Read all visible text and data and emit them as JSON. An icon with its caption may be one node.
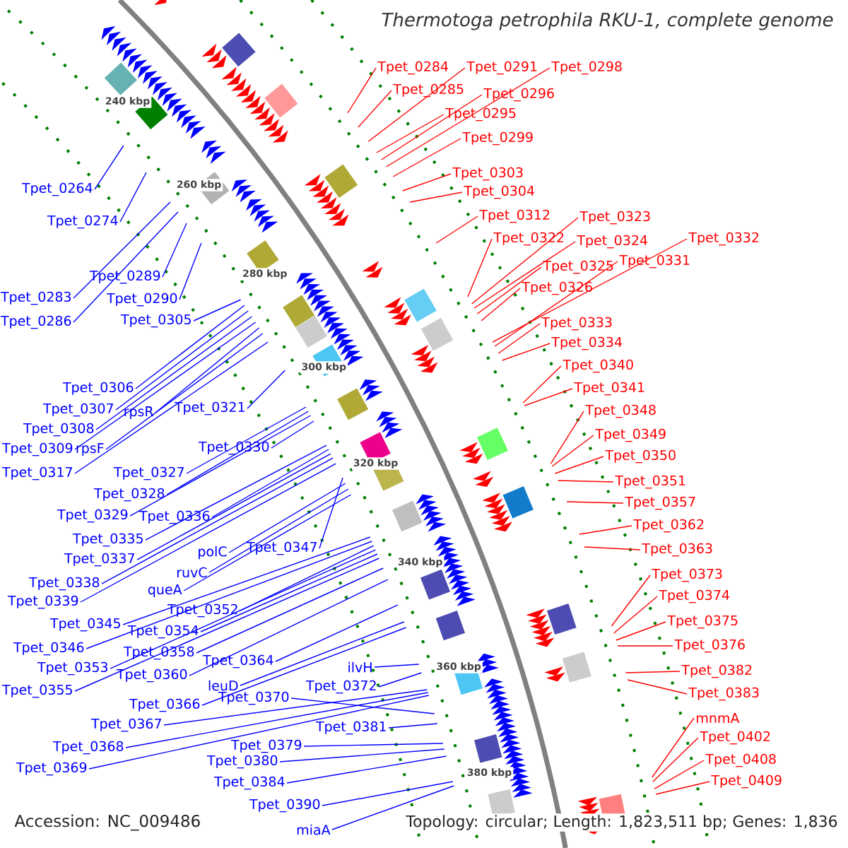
{
  "diagram": {
    "title": "*Thermotoga petrophila* RKU-1, complete genome",
    "nodes": [
      {
        "text": [
          "Tpet_0284"
        ]
      },
      {
        "text": [
          "Tpet_0285"
        ]
      },
      {
        "text": [
          "Tpet_0291"
        ]
      },
      {
        "text": [
          "Tpet_0295"
        ]
      },
      {
        "text": [
          "Tpet_0296"
        ]
      },
      {
        "text": [
          "Tpet_0298"
        ]
      },
      {
        "text": [
          "Tpet_0299"
        ]
      },
      {
        "text": [
          "Tpet_0303"
        ]
      },
      {
        "text": [
          "Tpet_0304"
        ]
      },
      {
        "text": [
          "Tpet_0312"
        ]
      },
      {
        "text": [
          "Tpet_0322"
        ]
      },
      {
        "text": [
          "Tpet_0323"
        ]
      },
      {
        "text": [
          "Tpet_0324"
        ]
      },
      {
        "text": [
          "Tpet_0325"
        ]
      },
      {
        "text": [
          "Tpet_0326"
        ]
      },
      {
        "text": [
          "Tpet_0331"
        ]
      },
      {
        "text": [
          "Tpet_0332"
        ]
      },
      {
        "text": [
          "Tpet_0333"
        ]
      },
      {
        "text": [
          "Tpet_0334"
        ]
      },
      {
        "text": [
          "Tpet_0340"
        ]
      },
      {
        "text": [
          "Tpet_0341"
        ]
      },
      {
        "text": [
          "Tpet_0348"
        ]
      },
      {
        "text": [
          "Tpet_0349"
        ]
      },
      {
        "text": [
          "Tpet_0350"
        ]
      },
      {
        "text": [
          "Tpet_0351"
        ]
      },
      {
        "text": [
          "Tpet_0357"
        ]
      },
      {
        "text": [
          "Tpet_0362"
        ]
      },
      {
        "text": [
          "Tpet_0363"
        ]
      },
      {
        "text": [
          "Tpet_0373"
        ]
      },
      {
        "text": [
          "Tpet_0374"
        ]
      },
      {
        "text": [
          "Tpet_0375"
        ]
      },
      {
        "text": [
          "Tpet_0376"
        ]
      },
      {
        "text": [
          "Tpet_0382"
        ]
      },
      {
        "text": [
          "Tpet_0383"
        ]
      },
      {
        "text": [
          "mnmA"
        ]
      },
      {
        "text": [
          "Tpet_0402"
        ]
      },
      {
        "text": [
          "Tpet_0408"
        ]
      },
      {
        "text": [
          "Tpet_0409"
        ]
      },
      {
        "text": [
          "Tpet_0264"
        ]
      },
      {
        "text": [
          "Tpet_0274"
        ]
      },
      {
        "text": [
          "Tpet_0283"
        ]
      },
      {
        "text": [
          "Tpet_0286"
        ]
      },
      {
        "text": [
          "Tpet_0289"
        ]
      },
      {
        "text": [
          "Tpet_0290"
        ]
      },
      {
        "text": [
          "Tpet_0305"
        ]
      },
      {
        "text": [
          "Tpet_0306"
        ]
      },
      {
        "text": [
          "Tpet_0307"
        ]
      },
      {
        "text": [
          "Tpet_0308"
        ]
      },
      {
        "text": [
          "Tpet_0309"
        ]
      },
      {
        "text": [
          "rpsR"
        ]
      },
      {
        "text": [
          "rpsF"
        ]
      },
      {
        "text": [
          "Tpet_0317"
        ]
      },
      {
        "text": [
          "Tpet_0321"
        ]
      },
      {
        "text": [
          "Tpet_0327"
        ]
      },
      {
        "text": [
          "Tpet_0328"
        ]
      },
      {
        "text": [
          "Tpet_0329"
        ]
      },
      {
        "text": [
          "Tpet_0330"
        ]
      },
      {
        "text": [
          "Tpet_0335"
        ]
      },
      {
        "text": [
          "Tpet_0336"
        ]
      },
      {
        "text": [
          "Tpet_0337"
        ]
      },
      {
        "text": [
          "Tpet_0338"
        ]
      },
      {
        "text": [
          "Tpet_0339"
        ]
      },
      {
        "text": [
          "polC"
        ]
      },
      {
        "text": [
          "ruvC"
        ]
      },
      {
        "text": [
          "queA"
        ]
      },
      {
        "text": [
          "Tpet_0345"
        ]
      },
      {
        "text": [
          "Tpet_0346"
        ]
      },
      {
        "text": [
          "Tpet_0347"
        ]
      },
      {
        "text": [
          "Tpet_0352"
        ]
      },
      {
        "text": [
          "Tpet_0353"
        ]
      },
      {
        "text": [
          "Tpet_0354"
        ]
      },
      {
        "text": [
          "Tpet_0355"
        ]
      },
      {
        "text": [
          "Tpet_0358"
        ]
      },
      {
        "text": [
          "Tpet_0360"
        ]
      },
      {
        "text": [
          "Tpet_0364"
        ]
      },
      {
        "text": [
          "leuD"
        ]
      },
      {
        "text": [
          "Tpet_0366"
        ]
      },
      {
        "text": [
          "Tpet_0367"
        ]
      },
      {
        "text": [
          "Tpet_0368"
        ]
      },
      {
        "text": [
          "Tpet_0369"
        ]
      },
      {
        "text": [
          "Tpet_0370"
        ]
      },
      {
        "text": [
          "ilvH"
        ]
      },
      {
        "text": [
          "Tpet_0372"
        ]
      },
      {
        "text": [
          "Tpet_0379"
        ]
      },
      {
        "text": [
          "Tpet_0380"
        ]
      },
      {
        "text": [
          "Tpet_0381"
        ]
      },
      {
        "text": [
          "Tpet_0384"
        ]
      },
      {
        "text": [
          "Tpet_0390"
        ]
      },
      {
        "text": [
          "miaA"
        ]
      }
    ],
    "edges": [
      {
        "from": 0,
        "to": null,
        "arrow": "none",
        "color": "#ff0000"
      },
      {
        "from": 1,
        "to": null,
        "arrow": "none",
        "color": "#ff0000"
      },
      {
        "from": 2,
        "to": null,
        "arrow": "none",
        "color": "#ff0000"
      },
      {
        "from": 3,
        "to": null,
        "arrow": "none",
        "color": "#ff0000"
      },
      {
        "from": 4,
        "to": null,
        "arrow": "none",
        "color": "#ff0000"
      },
      {
        "from": 5,
        "to": null,
        "arrow": "none",
        "color": "#ff0000"
      },
      {
        "from": 6,
        "to": null,
        "arrow": "none",
        "color": "#ff0000"
      },
      {
        "from": 7,
        "to": null,
        "arrow": "none",
        "color": "#ff0000"
      },
      {
        "from": 8,
        "to": null,
        "arrow": "none",
        "color": "#ff0000"
      },
      {
        "from": 9,
        "to": null,
        "arrow": "none",
        "color": "#ff0000"
      },
      {
        "from": 10,
        "to": null,
        "arrow": "none",
        "color": "#ff0000"
      },
      {
        "from": 11,
        "to": null,
        "arrow": "none",
        "color": "#ff0000"
      },
      {
        "from": 12,
        "to": null,
        "arrow": "none",
        "color": "#ff0000"
      },
      {
        "from": 13,
        "to": null,
        "arrow": "none",
        "color": "#ff0000"
      },
      {
        "from": 14,
        "to": null,
        "arrow": "none",
        "color": "#ff0000"
      },
      {
        "from": 15,
        "to": null,
        "arrow": "none",
        "color": "#ff0000"
      },
      {
        "from": 16,
        "to": null,
        "arrow": "none",
        "color": "#ff0000"
      },
      {
        "from": 17,
        "to": null,
        "arrow": "none",
        "color": "#ff0000"
      },
      {
        "from": 18,
        "to": null,
        "arrow": "none",
        "color": "#ff0000"
      },
      {
        "from": 19,
        "to": null,
        "arrow": "none",
        "color": "#ff0000"
      },
      {
        "from": 20,
        "to": null,
        "arrow": "none",
        "color": "#ff0000"
      },
      {
        "from": 21,
        "to": null,
        "arrow": "none",
        "color": "#ff0000"
      },
      {
        "from": 22,
        "to": null,
        "arrow": "none",
        "color": "#ff0000"
      },
      {
        "from": 23,
        "to": null,
        "arrow": "none",
        "color": "#ff0000"
      },
      {
        "from": 24,
        "to": null,
        "arrow": "none",
        "color": "#ff0000"
      },
      {
        "from": 25,
        "to": null,
        "arrow": "none",
        "color": "#ff0000"
      },
      {
        "from": 26,
        "to": null,
        "arrow": "none",
        "color": "#ff0000"
      },
      {
        "from": 27,
        "to": null,
        "arrow": "none",
        "color": "#ff0000"
      },
      {
        "from": 28,
        "to": null,
        "arrow": "none",
        "color": "#ff0000"
      },
      {
        "from": 29,
        "to": null,
        "arrow": "none",
        "color": "#ff0000"
      },
      {
        "from": 30,
        "to": null,
        "arrow": "none",
        "color": "#ff0000"
      },
      {
        "from": 31,
        "to": null,
        "arrow": "none",
        "color": "#ff0000"
      },
      {
        "from": 32,
        "to": null,
        "arrow": "none",
        "color": "#ff0000"
      },
      {
        "from": 33,
        "to": null,
        "arrow": "none",
        "color": "#ff0000"
      },
      {
        "from": 34,
        "to": null,
        "arrow": "none",
        "color": "#ff0000"
      },
      {
        "from": 35,
        "to": null,
        "arrow": "none",
        "color": "#ff0000"
      },
      {
        "from": 36,
        "to": null,
        "arrow": "none",
        "color": "#ff0000"
      },
      {
        "from": 37,
        "to": null,
        "arrow": "none",
        "color": "#ff0000"
      },
      {
        "from": 38,
        "to": null,
        "arrow": "none"
      },
      {
        "from": 39,
        "to": null,
        "arrow": "none"
      },
      {
        "from": 40,
        "to": null,
        "arrow": "none"
      },
      {
        "from": 41,
        "to": null,
        "arrow": "none"
      },
      {
        "from": 42,
        "to": null,
        "arrow": "none"
      },
      {
        "from": 43,
        "to": null,
        "arrow": "none"
      },
      {
        "from": 44,
        "to": null,
        "arrow": "none"
      },
      {
        "from": 45,
        "to": null,
        "arrow": "none"
      },
      {
        "from": 46,
        "to": null,
        "arrow": "none"
      },
      {
        "from": 47,
        "to": null,
        "arrow": "none"
      },
      {
        "from": 48,
        "to": null,
        "arrow": "none"
      },
      {
        "from": 49,
        "to": null,
        "arrow": "none"
      },
      {
        "from": 50,
        "to": null,
        "arrow": "none"
      },
      {
        "from": 51,
        "to": null,
        "arrow": "none"
      },
      {
        "from": 52,
        "to": null,
        "arrow": "none"
      },
      {
        "from": 53,
        "to": null,
        "arrow": "none"
      },
      {
        "from": 54,
        "to": null,
        "arrow": "none"
      },
      {
        "from": 55,
        "to": null,
        "arrow": "none"
      },
      {
        "from": 56,
        "to": null,
        "arrow": "none"
      },
      {
        "from": 57,
        "to": null,
        "arrow": "none"
      },
      {
        "from": 58,
        "to": null,
        "arrow": "none"
      },
      {
        "from": 59,
        "to": null,
        "arrow": "none"
      },
      {
        "from": 60,
        "to": null,
        "arrow": "none"
      },
      {
        "from": 61,
        "to": null,
        "arrow": "none"
      },
      {
        "from": 62,
        "to": null,
        "arrow": "none"
      },
      {
        "from": 63,
        "to": null,
        "arrow": "none"
      },
      {
        "from": 64,
        "to": null,
        "arrow": "none"
      },
      {
        "from": 65,
        "to": null,
        "arrow": "none"
      },
      {
        "from": 66,
        "to": null,
        "arrow": "none"
      },
      {
        "from": 67,
        "to": null,
        "arrow": "none"
      },
      {
        "from": 68,
        "to": null,
        "arrow": "none"
      },
      {
        "from": 69,
        "to": null,
        "arrow": "none"
      },
      {
        "from": 70,
        "to": null,
        "arrow": "none"
      },
      {
        "from": 71,
        "to": null,
        "arrow": "none"
      },
      {
        "from": 72,
        "to": null,
        "arrow": "none"
      },
      {
        "from": 73,
        "to": null,
        "arrow": "none"
      },
      {
        "from": 74,
        "to": null,
        "arrow": "none"
      },
      {
        "from": 75,
        "to": null,
        "arrow": "none"
      },
      {
        "from": 76,
        "to": null,
        "arrow": "none"
      },
      {
        "from": 77,
        "to": null,
        "arrow": "none"
      },
      {
        "from": 78,
        "to": null,
        "arrow": "none"
      },
      {
        "from": 79,
        "to": null,
        "arrow": "none"
      },
      {
        "from": 80,
        "to": null,
        "arrow": "none"
      },
      {
        "from": 81,
        "to": null,
        "arrow": "none"
      },
      {
        "from": 82,
        "to": null,
        "arrow": "none"
      },
      {
        "from": 83,
        "to": null,
        "arrow": "none"
      },
      {
        "from": 84,
        "to": null,
        "arrow": "none"
      },
      {
        "from": 85,
        "to": null,
        "arrow": "none"
      },
      {
        "from": 86,
        "to": null,
        "arrow": "none"
      },
      {
        "from": 87,
        "to": null,
        "arrow": "none"
      },
      {
        "from": 88,
        "to": null,
        "arrow": "none"
      }
    ],
    "labels": [
      "240 kbp",
      "260 kbp",
      "280 kbp",
      "300 kbp",
      "320 kbp",
      "340 kbp",
      "360 kbp",
      "380 kbp",
      "Accession: NC_009486",
      "Topology: circular; Length: 1,823,511 bp; Genes: 1,836"
    ]
  }
}
